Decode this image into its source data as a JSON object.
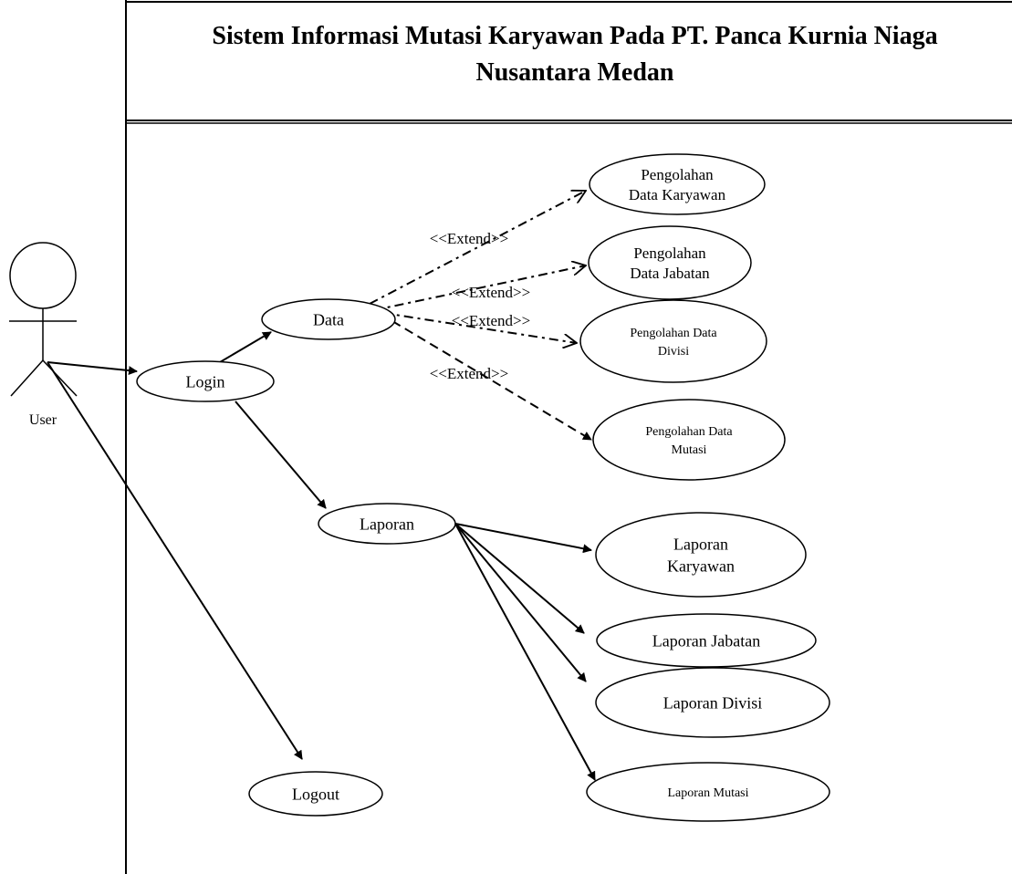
{
  "title": {
    "line1": "Sistem Informasi Mutasi Karyawan Pada PT. Panca Kurnia Niaga",
    "line2": "Nusantara Medan"
  },
  "actor": {
    "label": "User"
  },
  "usecases": {
    "login": [
      "Login"
    ],
    "data": [
      "Data"
    ],
    "laporan": [
      "Laporan"
    ],
    "logout": [
      "Logout"
    ],
    "pengolahan_karyawan": [
      "Pengolahan",
      "Data Karyawan"
    ],
    "pengolahan_jabatan": [
      "Pengolahan",
      "Data Jabatan"
    ],
    "pengolahan_divisi": [
      "Pengolahan Data",
      "Divisi"
    ],
    "pengolahan_mutasi": [
      "Pengolahan Data",
      "Mutasi"
    ],
    "laporan_karyawan": [
      "Laporan",
      "Karyawan"
    ],
    "laporan_jabatan": [
      "Laporan Jabatan"
    ],
    "laporan_divisi": [
      "Laporan Divisi"
    ],
    "laporan_mutasi": [
      "Laporan Mutasi"
    ]
  },
  "relations": {
    "extend_label": "<<Extend>>"
  }
}
